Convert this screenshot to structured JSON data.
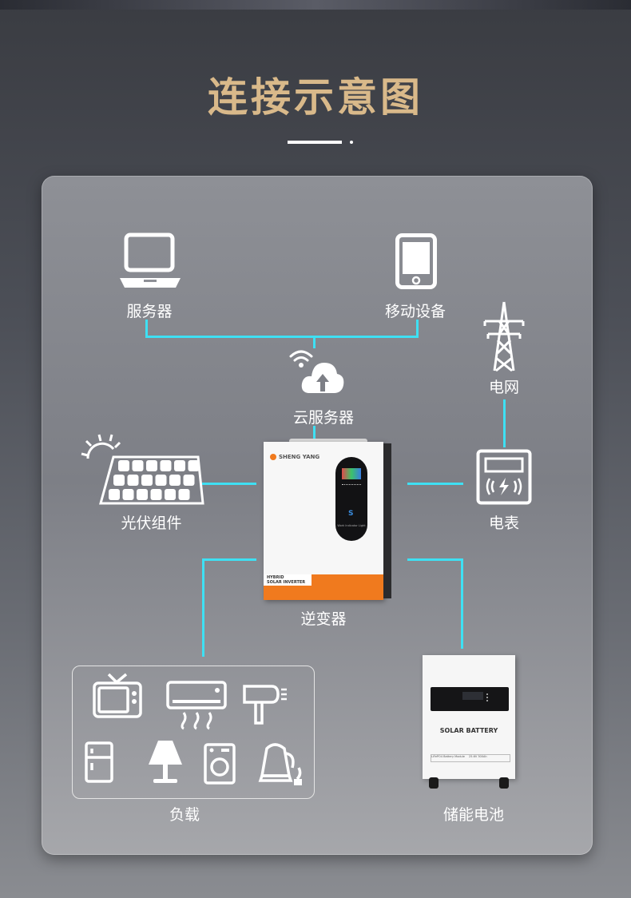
{
  "title": "连接示意图",
  "nodes": {
    "server": "服务器",
    "mobile": "移动设备",
    "grid": "电网",
    "cloud": "云服务器",
    "pv": "光伏组件",
    "meter": "电表",
    "inverter": "逆变器",
    "load": "负载",
    "battery": "储能电池"
  },
  "inverter_device": {
    "brand": "SHENG YANG",
    "label_line1": "HYBRID",
    "label_line2": "SOLAR INVERTER",
    "display_text": "Work Indicator Light"
  },
  "battery_device": {
    "label": "SOLAR BATTERY",
    "sub_left": "LiFePO4 Battery Module",
    "sub_right": "25.6V 300Ah"
  },
  "colors": {
    "title": "#d9b98a",
    "connector": "#3ee0f3",
    "inverter_accent": "#f07a1e"
  }
}
